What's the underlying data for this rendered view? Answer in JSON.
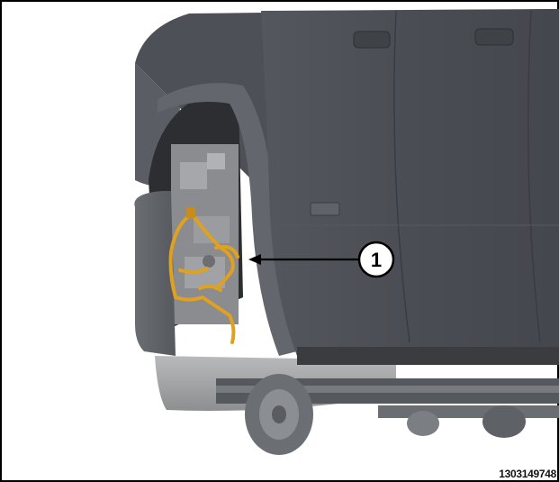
{
  "figure": {
    "callout_number": "1",
    "image_code": "1303149748"
  },
  "colors": {
    "body_dark": "#4a4c52",
    "body_mid": "#5b5e64",
    "body_light": "#7a7d83",
    "harness_orange": "#e0a020",
    "frame_border": "#000000"
  },
  "icons": [
    "truck-illustration",
    "wiring-harness-icon",
    "callout-arrow-icon"
  ]
}
